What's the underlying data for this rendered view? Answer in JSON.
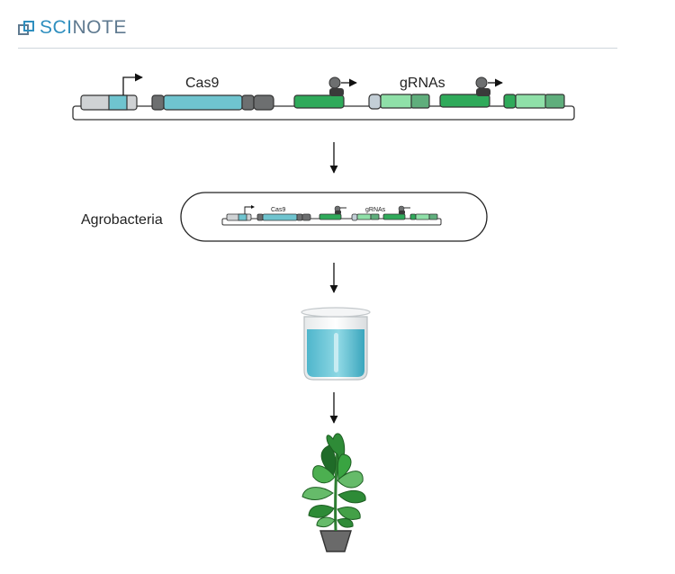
{
  "header": {
    "logo_text": "SciNote",
    "logo_prefix": "SCI",
    "logo_suffix": "NOTE"
  },
  "diagram": {
    "plasmid_large": {
      "cas9_label": "Cas9",
      "grnas_label": "gRNAs"
    },
    "agro_label": "Agrobacteria",
    "plasmid_small": {
      "cas9_label": "Cas9",
      "grnas_label": "gRNAs"
    },
    "colors": {
      "promoter_grey": "#cfd2d4",
      "cas9_blue": "#6fc4cf",
      "terminator_dark": "#6d6f70",
      "green_dark": "#2faa5a",
      "green_light": "#8fe0a8",
      "green_mid": "#5fae7c",
      "beaker_liquid": "#5fbfd3",
      "plant_green": "#3aa83e",
      "pot_grey": "#6a6a6a"
    }
  }
}
